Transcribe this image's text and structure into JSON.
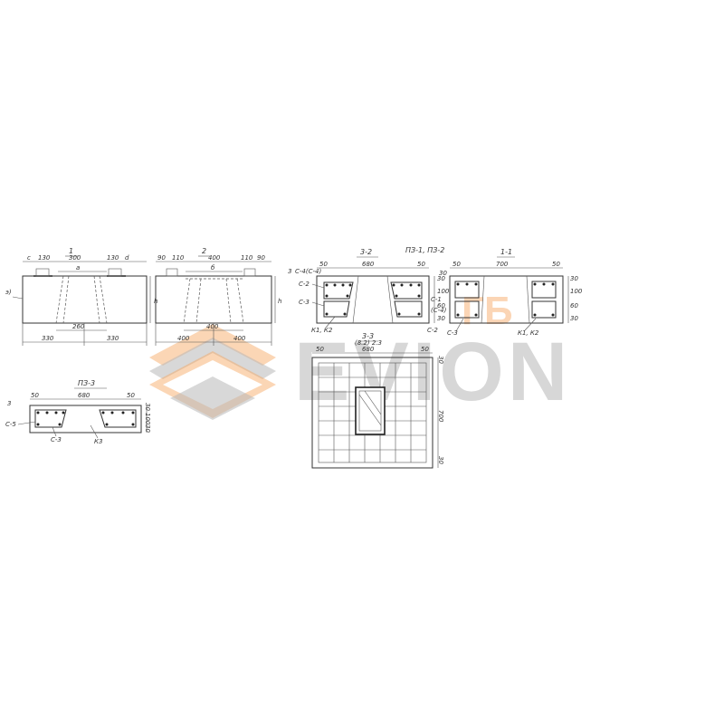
{
  "sections": {
    "s1": {
      "title": "1",
      "dims_top": [
        "c",
        "130",
        "300",
        "130",
        "d"
      ],
      "dim_a": "a",
      "dim_bottom_center": "260",
      "dims_bottom": [
        "330",
        "330"
      ],
      "side_h": "h",
      "mark_left": "э)"
    },
    "s2": {
      "title": "2",
      "dims_top": [
        "90",
        "110",
        "400",
        "110",
        "90"
      ],
      "dim_b": "б",
      "dim_bottom_center": "400",
      "dims_bottom": [
        "400",
        "400"
      ],
      "side_h": "h"
    },
    "s33": {
      "title": "3-2",
      "group": "ПЗ-1, ПЗ-2",
      "dims_top": [
        "50",
        "680",
        "50"
      ],
      "labels": [
        "3",
        "С-4(С-4)",
        "С-2",
        "С-3",
        "К1, К2"
      ],
      "dims_right": [
        "30",
        "100",
        "60",
        "30"
      ]
    },
    "s11": {
      "title": "1-1",
      "dims_top": [
        "50",
        "700",
        "50"
      ],
      "labels": [
        "С-1",
        "(С-4)",
        "С-2",
        "С-3",
        "К1, К2"
      ],
      "dims_left": [
        "30"
      ],
      "dims_right": [
        "30",
        "100",
        "60",
        "30"
      ]
    },
    "plan": {
      "title": "3-3",
      "dims_top": [
        "50",
        "(8.2) 2.3",
        "680",
        "50"
      ],
      "dims_right": [
        "30",
        "700",
        "30"
      ]
    },
    "pz3": {
      "title": "ПЗ-3",
      "dims_top": [
        "50",
        "680",
        "50"
      ],
      "labels": [
        "3",
        "С-5",
        "С-3",
        "К3"
      ],
      "dims_right": [
        "30",
        "100",
        "30"
      ]
    }
  },
  "watermark": {
    "word": "EVION",
    "badge": "ГБ",
    "color_orange": "#f7a35c",
    "color_grey": "#b8b8b8"
  }
}
